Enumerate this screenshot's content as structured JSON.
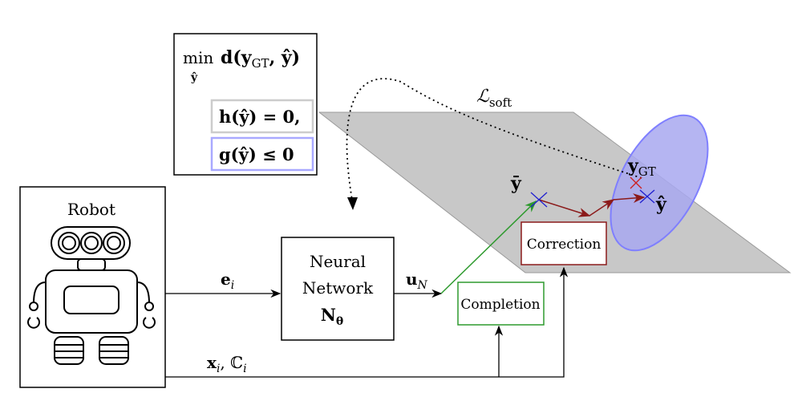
{
  "optimization": {
    "objective": "min d(y_GT, ŷ)",
    "min_label": "min",
    "min_sub": "ŷ",
    "objective_expr": "d(y",
    "objective_sub": "GT",
    "objective_tail": ", ŷ)",
    "eq_constraint": "h(ŷ) = 0,",
    "ineq_constraint": "g(ŷ) ≤ 0"
  },
  "robot": {
    "label": "Robot"
  },
  "network": {
    "line1": "Neural",
    "line2": "Network",
    "symbol": "N",
    "symbol_sub": "θ"
  },
  "blocks": {
    "completion": "Completion",
    "correction": "Correction"
  },
  "signals": {
    "e_main": "e",
    "e_sub": "i",
    "u_main": "u",
    "u_sub": "N",
    "x_main": "x",
    "x_sub": "i",
    "c_main": ", ℂ",
    "c_sub": "i"
  },
  "loss": {
    "main": "ℒ",
    "sub": "soft"
  },
  "points": {
    "y_bar": "ȳ",
    "y_gt_main": "y",
    "y_gt_sub": "GT",
    "y_hat": "ŷ"
  },
  "colors": {
    "plane": "#c8c8c8",
    "ellipse_fill": "#a8a8f0",
    "ellipse_stroke": "#7f7fff",
    "completion": "#2e9a2e",
    "correction": "#8b1a1a",
    "constraint_eq_border": "#cccccc",
    "constraint_ineq_border": "#a9a9ff"
  }
}
